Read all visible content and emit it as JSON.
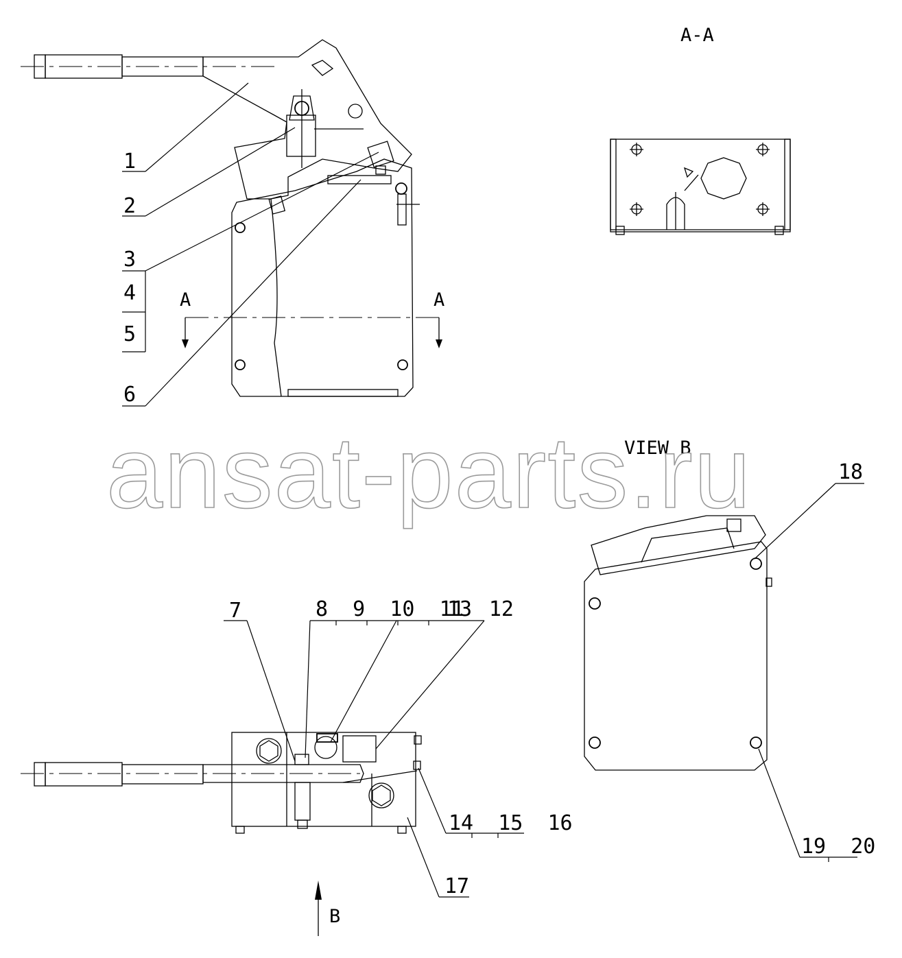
{
  "title": "A-A",
  "views": {
    "section_a_a": "A-A",
    "section_marker_left": "A",
    "section_marker_right": "A",
    "view_b": "VIEW B",
    "view_b_arrow": "B"
  },
  "callouts": {
    "p1": "1",
    "p2": "2",
    "p3": "3",
    "p4": "4",
    "p5": "5",
    "p6": "6",
    "p7": "7",
    "p8_12": "8  9  10  11  12",
    "p13": "13",
    "p14_16": "14  15  16",
    "p17": "17",
    "p18": "18",
    "p19_20": "19  20"
  },
  "watermark": "ansat-parts.ru"
}
